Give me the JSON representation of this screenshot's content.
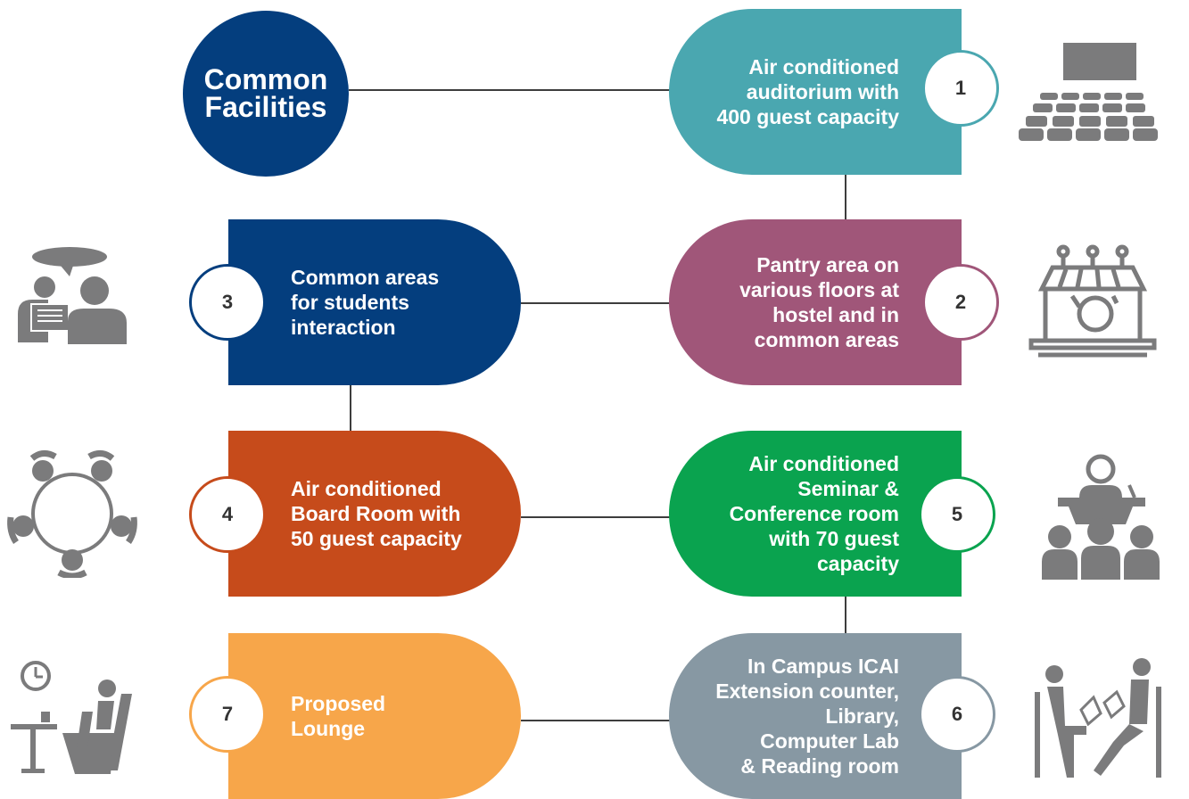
{
  "hub": {
    "title": "Common\nFacilities",
    "color": "#043e7e"
  },
  "icon_color": "#7b7b7c",
  "items": [
    {
      "number": "1",
      "text": "Air conditioned\nauditorium with\n400 guest capacity",
      "color": "#4aa7b0",
      "icon": "auditorium-icon"
    },
    {
      "number": "2",
      "text": "Pantry area on\nvarious floors at\nhostel and in\ncommon areas",
      "color": "#a05679",
      "icon": "pantry-icon"
    },
    {
      "number": "3",
      "text": "Common areas\nfor students\ninteraction",
      "color": "#043e7e",
      "icon": "discussion-icon"
    },
    {
      "number": "4",
      "text": "Air conditioned\nBoard Room with\n50 guest capacity",
      "color": "#c64b1b",
      "icon": "round-table-meeting-icon"
    },
    {
      "number": "5",
      "text": "Air conditioned\nSeminar &\nConference room\nwith 70 guest\ncapacity",
      "color": "#0aa34f",
      "icon": "seminar-icon"
    },
    {
      "number": "6",
      "text": "In Campus ICAI\nExtension counter,\nLibrary,\nComputer Lab\n& Reading room",
      "color": "#8798a3",
      "icon": "reading-icon"
    },
    {
      "number": "7",
      "text": "Proposed\nLounge",
      "color": "#f7a64a",
      "icon": "lounge-icon"
    }
  ]
}
